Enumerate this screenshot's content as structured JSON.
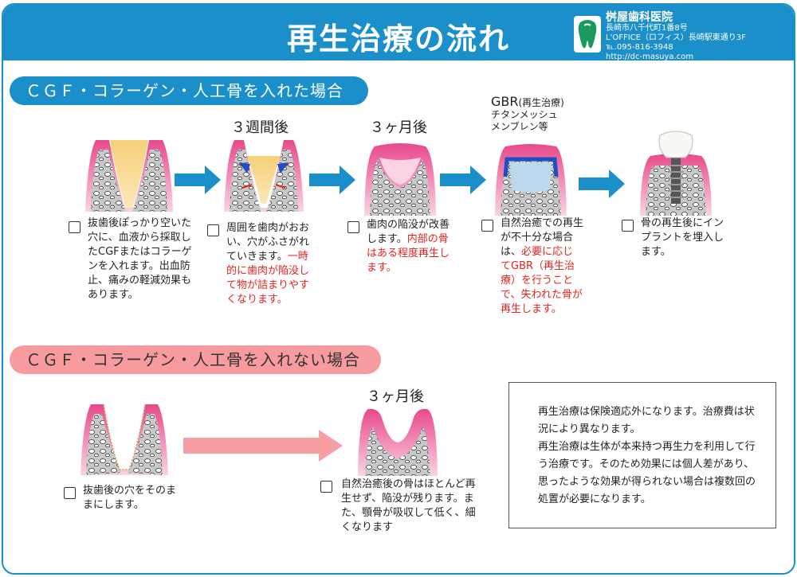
{
  "page": {
    "title": "再生治療の流れ",
    "clinic": {
      "name": "桝屋歯科医院",
      "address1": "長崎市八千代町1番8号",
      "address2": "L'OFFICE（ロフィス）長崎駅東通り3F",
      "tel": "℡.095-816-3948",
      "url": "http://dc-masuya.com"
    }
  },
  "section_with": {
    "heading": "ＣＧＦ・コラーゲン・人工骨を入れた場合",
    "label_3weeks": "３週間後",
    "label_3months": "３ヶ月後",
    "gbr_title": "GBR",
    "gbr_paren": "(再生治療)",
    "gbr_line2": "チタンメッシュ",
    "gbr_line3": "メンブレン等",
    "step1": "抜歯後ぽっかり空いた穴に、血液から採取したCGFまたはコラーゲンを入れます。出血防止、痛みの軽減効果もあります。",
    "step2_a": "周囲を歯肉がおおい、穴がふさがれていきます。",
    "step2_b": "一時的に歯肉が陥没して物が詰まりやすくなります。",
    "step3_a": "歯肉の陥没が改善します。",
    "step3_b": "内部の骨はある程度再生します。",
    "step4_a": "自然治癒での再生が不十分な場合は、",
    "step4_b": "必要に応じてGBR（再生治療）を行うことで、失われた骨が再生します。",
    "step5": "骨の再生後にインプラントを埋入します。"
  },
  "section_without": {
    "heading": "ＣＧＦ・コラーゲン・人工骨を入れない場合",
    "label_3months": "３ヶ月後",
    "step1": "抜歯後の穴をそのままにします。",
    "step2": "自然治癒後の骨はほとんど再生せず、陥没が残ります。また、顎骨が吸収して低く、細くなります"
  },
  "note": {
    "line1": "再生治療は保険適応外になります。治療費は状況により異なります。",
    "line2": "再生治療は生体が本来持つ再生力を利用して行う治療です。そのため効果には個人差があり、思ったような効果が得られない場合は複数回の処置が必要になります。"
  },
  "colors": {
    "brand_blue": "#1a8fc9",
    "pink_band": "#f79b9e",
    "emphasis_red": "#e8231e",
    "arrow_pink": "#f7a0a3"
  }
}
